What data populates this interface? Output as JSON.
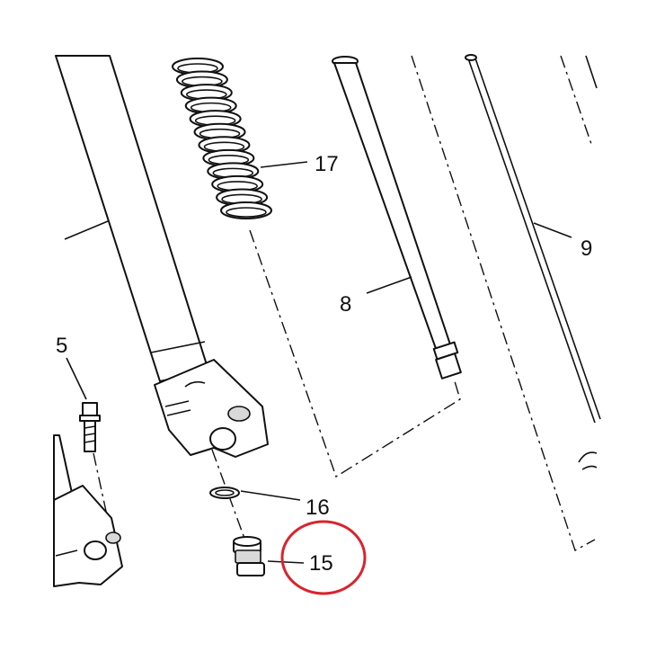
{
  "diagram": {
    "callouts": [
      {
        "id": "callout-17",
        "label": "17"
      },
      {
        "id": "callout-8",
        "label": "8"
      },
      {
        "id": "callout-9",
        "label": "9"
      },
      {
        "id": "callout-5",
        "label": "5"
      },
      {
        "id": "callout-16",
        "label": "16"
      },
      {
        "id": "callout-15",
        "label": "15"
      }
    ],
    "highlight": {
      "target": "15",
      "color": "#d9242e"
    },
    "line_color": "#111111"
  }
}
